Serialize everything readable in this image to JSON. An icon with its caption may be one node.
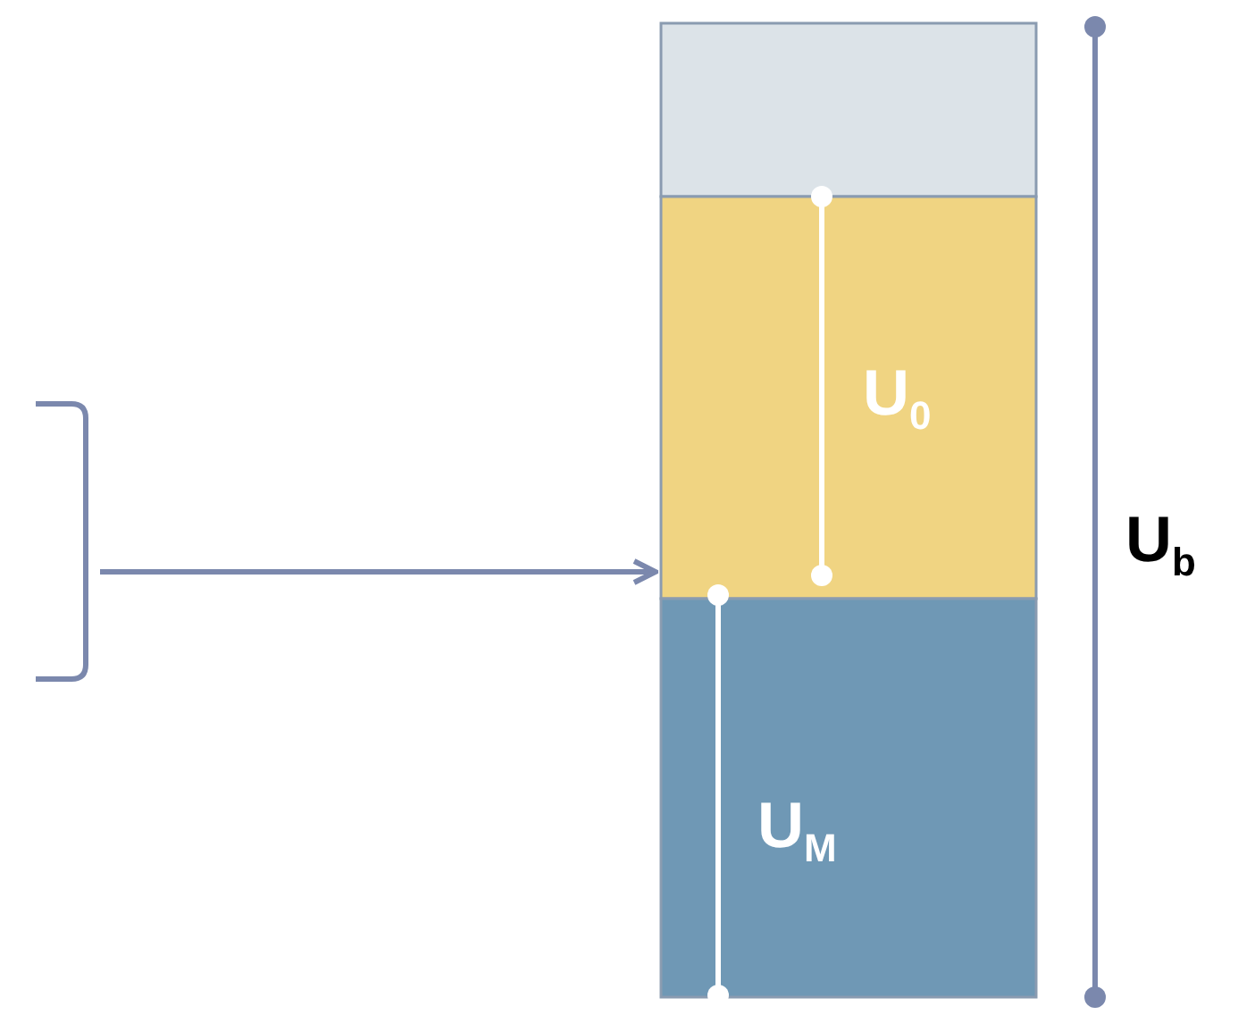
{
  "diagram": {
    "nodes": [
      {
        "text": [],
        "shape": "bracket"
      },
      {
        "text": [],
        "shape": "bar"
      }
    ],
    "edges": [
      {
        "from": 0,
        "to": 1,
        "arrow": "to"
      }
    ],
    "labels": [
      "U$_{0}$",
      "U$_{M}$",
      "U$_{b}$"
    ]
  }
}
